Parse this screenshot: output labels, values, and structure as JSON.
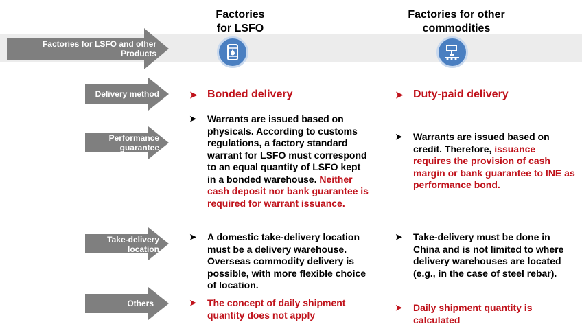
{
  "columns": {
    "lsfo": {
      "title_line1": "Factories",
      "title_line2": "for LSFO",
      "icon": "oil-barrel-icon"
    },
    "other": {
      "title_line1": "Factories for other",
      "title_line2": "commodities",
      "icon": "factory-conveyor-icon"
    }
  },
  "rows": {
    "top": {
      "label_line1": "Factories for LSFO and other",
      "label_line2": "Products"
    },
    "delivery": {
      "label": "Delivery method"
    },
    "performance": {
      "label_line1": "Performance",
      "label_line2": "guarantee"
    },
    "take_delivery": {
      "label_line1": "Take-delivery",
      "label_line2": "location"
    },
    "others": {
      "label": "Others"
    }
  },
  "cells": {
    "delivery_lsfo": "Bonded delivery",
    "delivery_other": "Duty-paid delivery",
    "performance_lsfo_black": "Warrants are issued based on physicals. According to customs regulations, a factory standard warrant for LSFO must correspond to an equal quantity of LSFO kept in a bonded warehouse.",
    "performance_lsfo_red": "Neither cash deposit nor bank guarantee is required for warrant issuance.",
    "performance_other_black": "Warrants are issued based on credit. Therefore,",
    "performance_other_red": "issuance requires the provision of cash margin or bank guarantee to INE as performance bond.",
    "take_lsfo": "A domestic take-delivery location must be a delivery warehouse. Overseas commodity delivery is possible, with more flexible choice of location.",
    "take_other": "Take-delivery must be done in China and is not limited to where delivery warehouses are located (e.g., in the case of steel rebar).",
    "others_lsfo": "The concept of daily shipment quantity does not apply",
    "others_other": "Daily shipment quantity is calculated"
  },
  "colors": {
    "arrow": "#7f7f7f",
    "red": "#c0121b",
    "band": "#ececec",
    "icon": "#4a7fc1"
  }
}
